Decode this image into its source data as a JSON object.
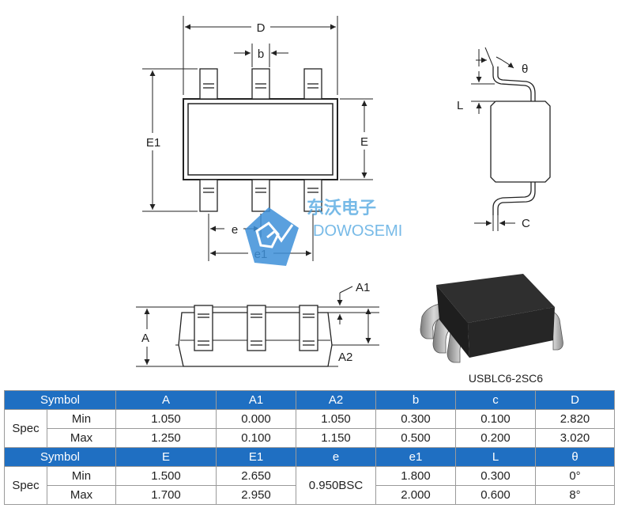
{
  "drawing": {
    "top_view_labels": {
      "D": "D",
      "b": "b",
      "E1": "E1",
      "E": "E",
      "e": "e",
      "e1": "e1"
    },
    "side_view_labels": {
      "theta": "θ",
      "L": "L",
      "C": "C"
    },
    "front_view_labels": {
      "A": "A",
      "A1": "A1",
      "A2": "A2"
    },
    "package_caption": "USBLC6-2SC6",
    "watermark": {
      "chinese": "东沃电子",
      "latin": "DOWOSEMI"
    }
  },
  "table": {
    "header1": [
      "Symbol",
      "A",
      "A1",
      "A2",
      "b",
      "c",
      "D"
    ],
    "block1": {
      "group": "Spec",
      "rows": [
        {
          "label": "Min",
          "values": [
            "1.050",
            "0.000",
            "1.050",
            "0.300",
            "0.100",
            "2.820"
          ]
        },
        {
          "label": "Max",
          "values": [
            "1.250",
            "0.100",
            "1.150",
            "0.500",
            "0.200",
            "3.020"
          ]
        }
      ]
    },
    "header2": [
      "Symbol",
      "E",
      "E1",
      "e",
      "e1",
      "L",
      "θ"
    ],
    "block2": {
      "group": "Spec",
      "merged_e": "0.950BSC",
      "rows": [
        {
          "label": "Min",
          "values": [
            "1.500",
            "2.650",
            "1.800",
            "0.300",
            "0°"
          ]
        },
        {
          "label": "Max",
          "values": [
            "1.700",
            "2.950",
            "2.000",
            "0.600",
            "8°"
          ]
        }
      ]
    }
  }
}
